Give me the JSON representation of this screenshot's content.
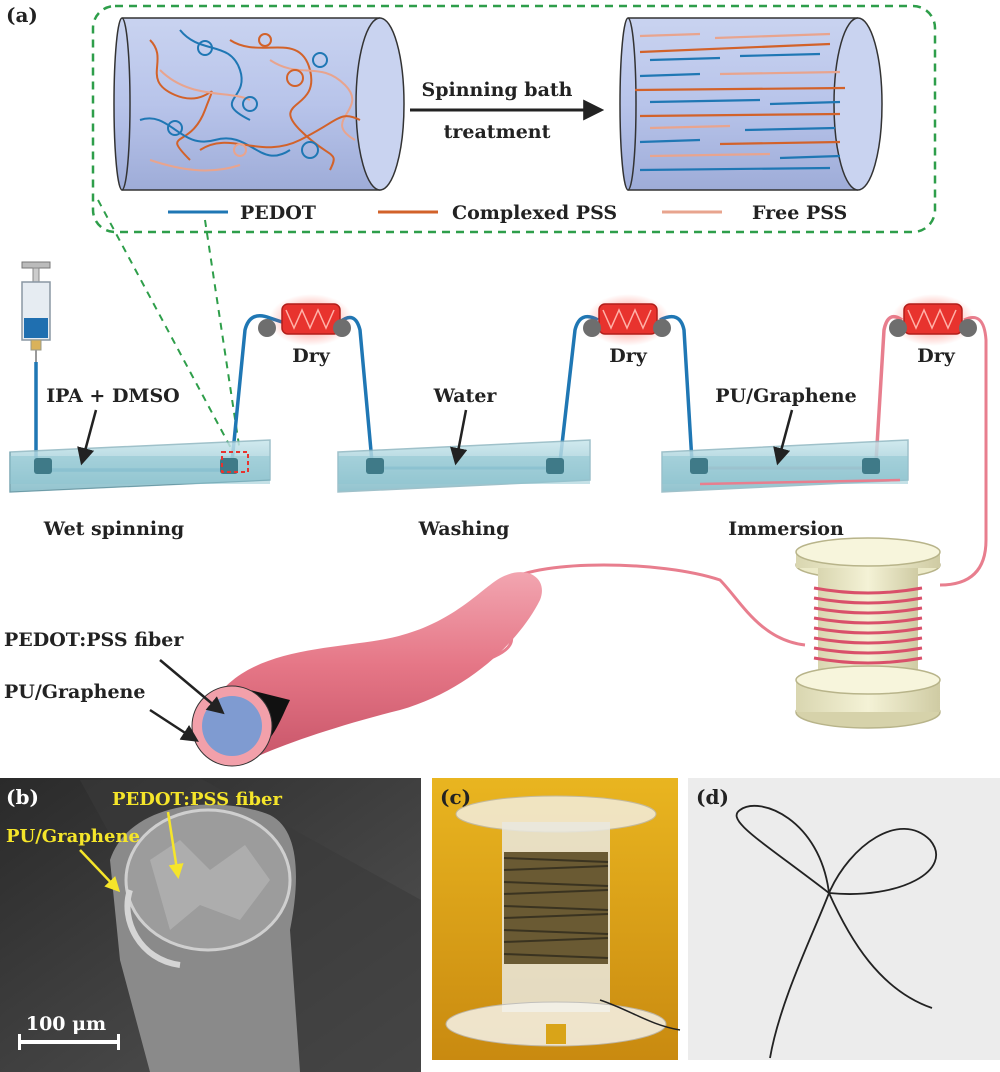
{
  "panel_a": {
    "label": "(a)",
    "inset": {
      "arrow_line1": "Spinning bath",
      "arrow_line2": "treatment",
      "legend": {
        "pedot": "PEDOT",
        "complexed_pss": "Complexed PSS",
        "free_pss": "Free PSS"
      }
    },
    "steps": {
      "bath1_solution": "IPA + DMSO",
      "bath2_solution": "Water",
      "bath3_solution": "PU/Graphene",
      "dry1": "Dry",
      "dry2": "Dry",
      "dry3": "Dry",
      "step1": "Wet spinning",
      "step2": "Washing",
      "step3": "Immersion"
    },
    "fiber": {
      "core_label": "PEDOT:PSS fiber",
      "shell_label": "PU/Graphene"
    }
  },
  "panel_b": {
    "label": "(b)",
    "core_label": "PEDOT:PSS fiber",
    "shell_label": "PU/Graphene",
    "scale_bar": "100 μm"
  },
  "panel_c": {
    "label": "(c)"
  },
  "panel_d": {
    "label": "(d)"
  },
  "colors": {
    "pedot": "#1f77b4",
    "complexed_pss": "#d2622a",
    "free_pss": "#e8a48e",
    "inset_border": "#2e9e4a",
    "coated_fiber": "#e87e8e",
    "heater": "#e8332e",
    "bath": "#9fcfd8",
    "annotation_yellow": "#f5e52a"
  }
}
